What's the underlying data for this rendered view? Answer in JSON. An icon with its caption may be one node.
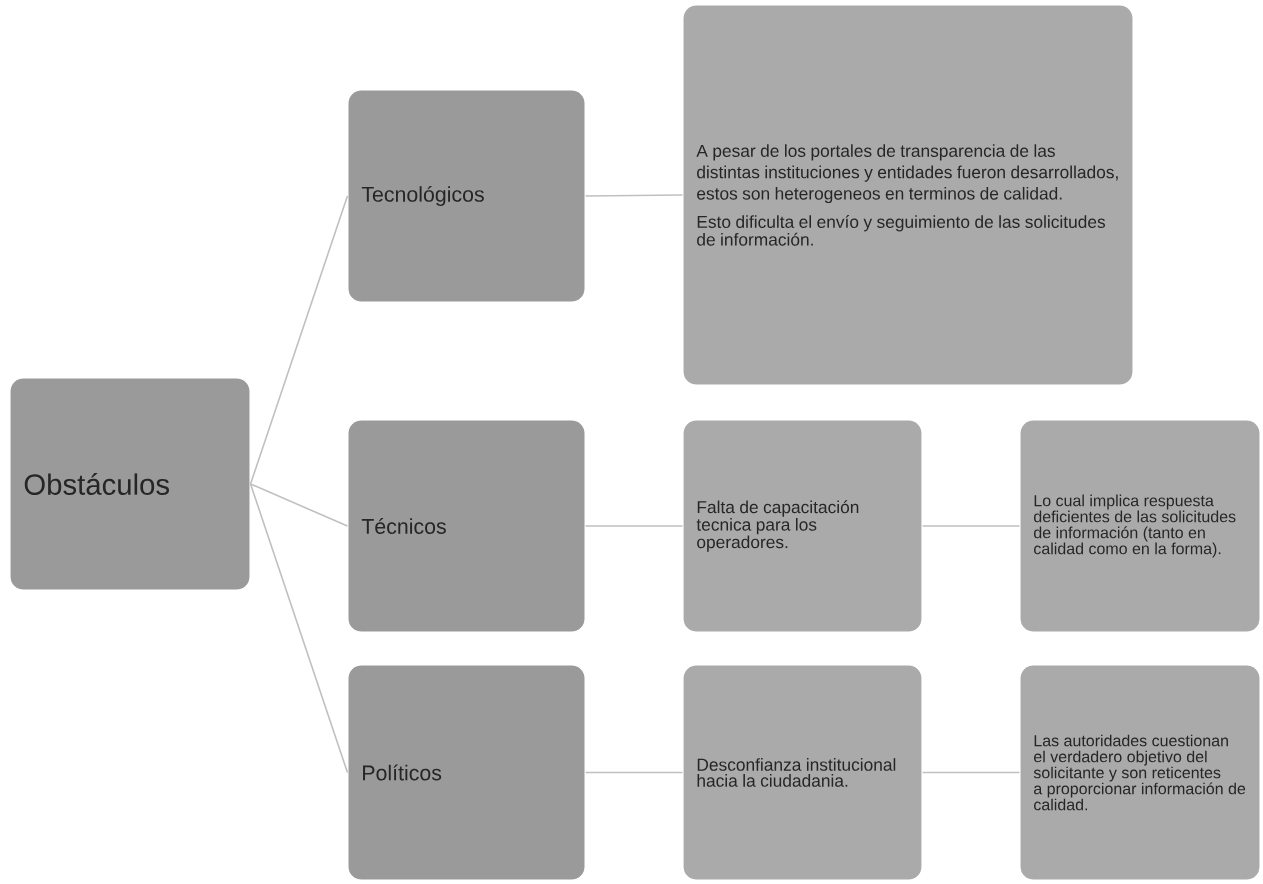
{
  "diagram": {
    "nodes": [
      {
        "text": [
          "Obstáculos"
        ]
      },
      {
        "text": [
          "Tecnológicos"
        ]
      },
      {
        "text": [
          "A pesar de los portales de transparencia de las distintas instituciones y entidades fueron desarrollados, estos son heterogeneos en terminos de calidad.",
          "Esto dificulta el envío y seguimiento de las solicitudes de información."
        ]
      },
      {
        "text": [
          "Técnicos"
        ]
      },
      {
        "text": [
          "Falta de capacitación tecnica para los operadores."
        ]
      },
      {
        "text": [
          "Lo cual implica respuesta deficientes de las solicitudes de información (tanto en calidad como en la forma)."
        ]
      },
      {
        "text": [
          "Políticos"
        ]
      },
      {
        "text": [
          "Desconfianza institucional hacia la ciudadania."
        ]
      },
      {
        "text": [
          "Las autoridades cuestionan el verdadero objetivo del solicitante y son reticentes a proporcionar información de calidad."
        ]
      }
    ],
    "edges": [
      {
        "from": 0,
        "to": 1,
        "arrow": "none"
      },
      {
        "from": 0,
        "to": 3,
        "arrow": "none"
      },
      {
        "from": 0,
        "to": 6,
        "arrow": "none"
      },
      {
        "from": 1,
        "to": 2,
        "arrow": "none"
      },
      {
        "from": 3,
        "to": 4,
        "arrow": "none"
      },
      {
        "from": 4,
        "to": 5,
        "arrow": "none"
      },
      {
        "from": 6,
        "to": 7,
        "arrow": "none"
      },
      {
        "from": 7,
        "to": 8,
        "arrow": "none"
      }
    ]
  }
}
